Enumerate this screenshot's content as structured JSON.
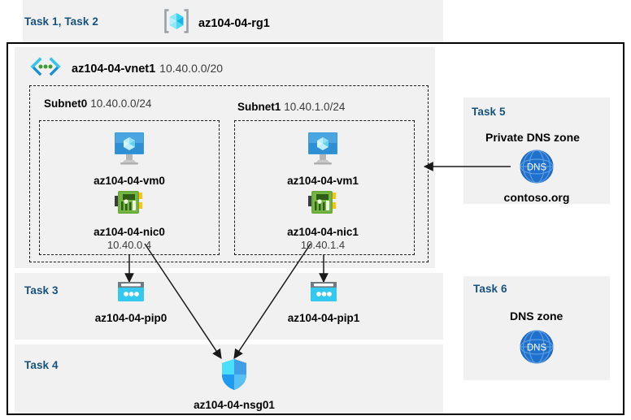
{
  "diagram": {
    "resource_group": {
      "task_label": "Task 1, Task 2",
      "name": "az104-04-rg1",
      "icon": "resource-group-icon"
    },
    "vnet": {
      "name": "az104-04-vnet1",
      "cidr": "10.40.0.0/20",
      "icon": "virtual-network-icon"
    },
    "subnets": [
      {
        "name": "Subnet0",
        "cidr": "10.40.0.0/24"
      },
      {
        "name": "Subnet1",
        "cidr": "10.40.1.0/24"
      }
    ],
    "vms": [
      {
        "name": "az104-04-vm0",
        "icon": "virtual-machine-icon"
      },
      {
        "name": "az104-04-vm1",
        "icon": "virtual-machine-icon"
      }
    ],
    "nics": [
      {
        "name": "az104-04-nic0",
        "ip": "10.40.0.4",
        "icon": "network-interface-icon"
      },
      {
        "name": "az104-04-nic1",
        "ip": "10.40.1.4",
        "icon": "network-interface-icon"
      }
    ],
    "public_ips": {
      "task_label": "Task 3",
      "items": [
        {
          "name": "az104-04-pip0",
          "icon": "public-ip-icon"
        },
        {
          "name": "az104-04-pip1",
          "icon": "public-ip-icon"
        }
      ]
    },
    "nsg": {
      "task_label": "Task 4",
      "name": "az104-04-nsg01",
      "icon": "network-security-group-icon"
    },
    "private_dns_zone": {
      "task_label": "Task 5",
      "heading": "Private DNS zone",
      "domain": "contoso.org",
      "icon": "dns-globe-icon",
      "icon_text": "DNS"
    },
    "dns_zone": {
      "task_label": "Task 6",
      "heading": "DNS zone",
      "icon": "dns-globe-icon",
      "icon_text": "DNS"
    }
  },
  "colors": {
    "task_label": "#17527f",
    "panel_background": "#f1f1f1",
    "frame_border": "#000000",
    "vm_blue": "#3a9bdc",
    "nic_green": "#6aab3b",
    "pip_cyan": "#32c8ef",
    "dns_blue": "#1f6fcc",
    "nsg_blue": "#32c8fa",
    "arrow": "#1a1a1a"
  }
}
